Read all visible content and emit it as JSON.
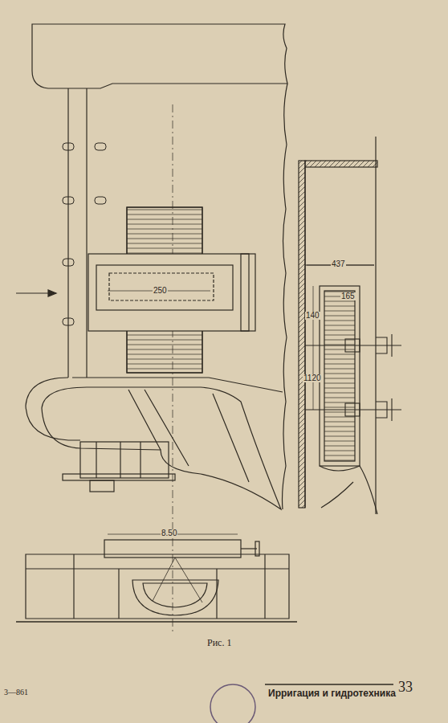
{
  "diagram": {
    "caption": "Рис. 1",
    "labels": [
      "250",
      "437",
      "165",
      "140",
      "1120",
      "8.50",
      "3—861",
      "Ирригация и гидротехника",
      "33"
    ]
  }
}
